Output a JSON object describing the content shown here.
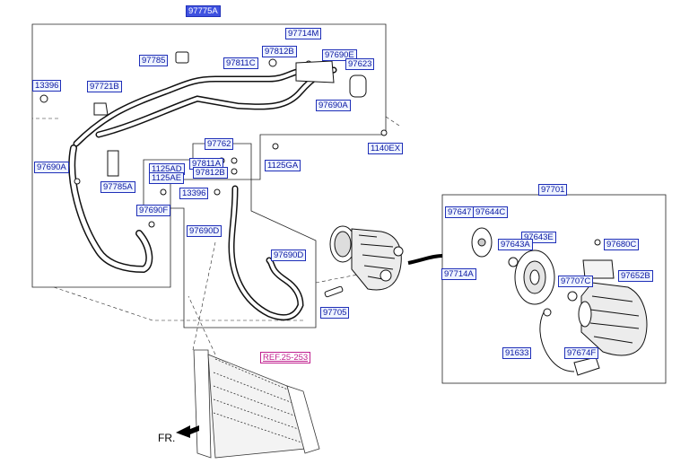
{
  "labels": {
    "l97775A": "97775A",
    "l97714M": "97714M",
    "l97812B_a": "97812B",
    "l97785": "97785",
    "l97811C": "97811C",
    "l97690E": "97690E",
    "l97623": "97623",
    "l13396_a": "13396",
    "l97721B": "97721B",
    "l97690A_a": "97690A",
    "l1140EX": "1140EX",
    "l97762": "97762",
    "l1125GA": "1125GA",
    "l97811A": "97811A",
    "l1125AD": "1125AD",
    "l1125AE": "1125AE",
    "l97812B_b": "97812B",
    "l97690A_b": "97690A",
    "l97785A": "97785A",
    "l13396_b": "13396",
    "l97690F": "97690F",
    "l97690D_a": "97690D",
    "l97690D_b": "97690D",
    "l97705": "97705",
    "l97701": "97701",
    "l97647": "97647",
    "l97644C": "97644C",
    "l97643E": "97643E",
    "l97643A": "97643A",
    "l97680C": "97680C",
    "l97714A": "97714A",
    "l97652B": "97652B",
    "l97707C": "97707C",
    "l91633": "91633",
    "l97674F": "97674F",
    "ref": "REF.25-253"
  },
  "direction": "FR.",
  "colors": {
    "label_text": "#0a18a0",
    "label_border": "#1f2fb8",
    "highlight_fill": "#3f52e0",
    "ref_text": "#c0208f"
  }
}
